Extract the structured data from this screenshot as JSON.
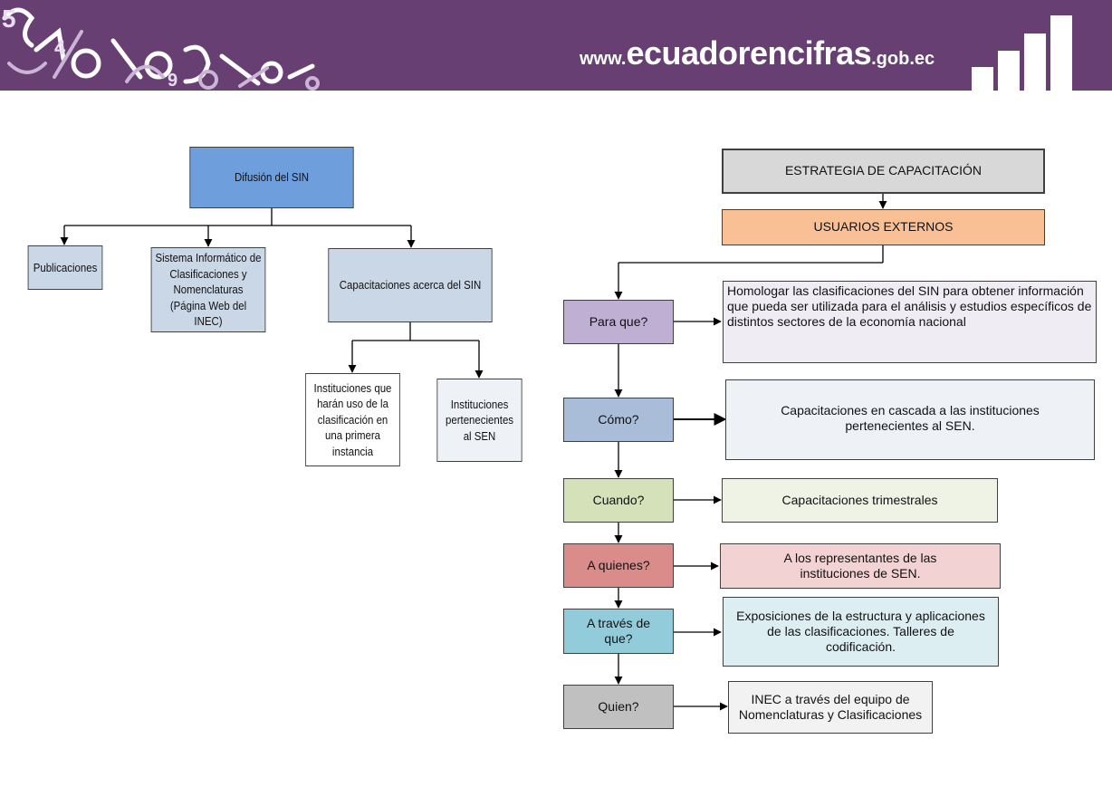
{
  "header": {
    "site_prefix": "www.",
    "site_main": "ecuadorencifras",
    "site_suffix": ".gob.ec",
    "bg_color": "#673f73"
  },
  "left_tree": {
    "root": "Difusión del SIN",
    "children": [
      "Publicaciones",
      "Sistema Informático de Clasificaciones y Nomenclaturas (Página Web del INEC)",
      "Capacitaciones acerca del SIN"
    ],
    "grandchildren": [
      "Instituciones que harán uso de la clasificación en una primera instancia",
      "Instituciones pertenecientes al SEN"
    ]
  },
  "right_flow": {
    "title": "ESTRATEGIA DE CAPACITACIÓN",
    "subtitle": "USUARIOS EXTERNOS",
    "rows": [
      {
        "question": "Para que?",
        "answer": "Homologar las clasificaciones del SIN para obtener información que pueda ser utilizada para el análisis y estudios específicos de distintos sectores de la economía nacional",
        "color": "#bfb0d3",
        "answer_color": "#efedf3"
      },
      {
        "question": "Cómo?",
        "answer": "Capacitaciones en cascada a las instituciones pertenecientes al SEN.",
        "color": "#a9bcd8",
        "answer_color": "#eef1f6"
      },
      {
        "question": "Cuando?",
        "answer": "Capacitaciones trimestrales",
        "color": "#d5e1b9",
        "answer_color": "#eff3e6"
      },
      {
        "question": "A quienes?",
        "answer": "A los representantes de las instituciones de SEN.",
        "color": "#da8c8a",
        "answer_color": "#f2d2d2"
      },
      {
        "question": "A través de que?",
        "answer": "Exposiciones de la estructura y aplicaciones de las clasificaciones. Talleres de codificación.",
        "color": "#92ccdb",
        "answer_color": "#ddeef3"
      },
      {
        "question": "Quien?",
        "answer": "INEC a través del equipo de Nomenclaturas y Clasificaciones",
        "color": "#c0c0c0",
        "answer_color": "#f2f2f2"
      }
    ]
  }
}
